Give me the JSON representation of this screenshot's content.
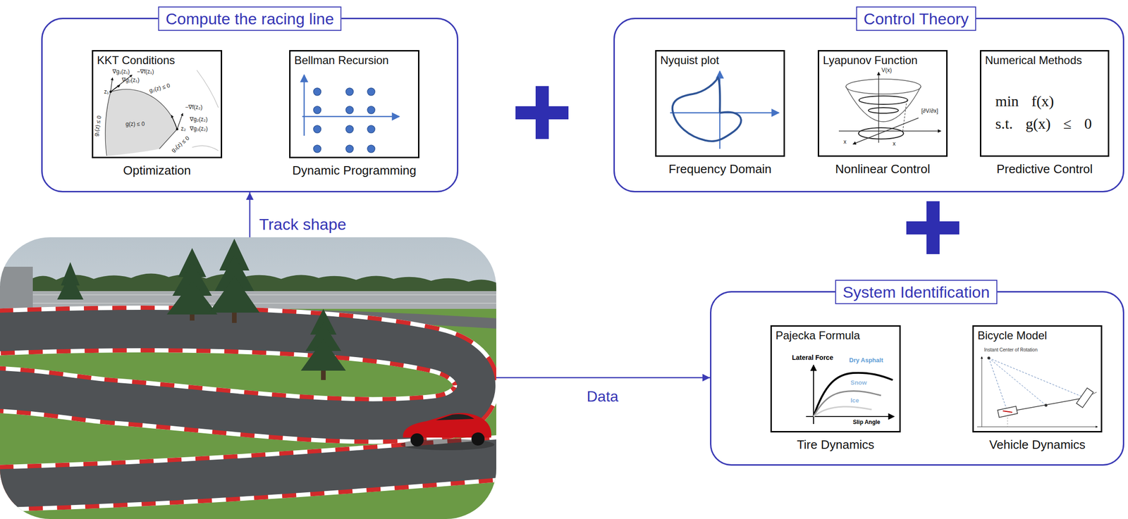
{
  "diagram": {
    "nodes": [
      {
        "text": [
          "Compute the racing line"
        ]
      },
      {
        "text": [
          "KKT Conditions",
          "Optimization"
        ],
        "in": 0
      },
      {
        "text": [
          "Bellman Recursion",
          "Dynamic Programming"
        ],
        "in": 0
      },
      {
        "text": [
          "Control Theory"
        ]
      },
      {
        "text": [
          "Nyquist plot",
          "Frequency Domain"
        ],
        "in": 3
      },
      {
        "text": [
          "Lyapunov Function",
          "Nonlinear Control"
        ],
        "in": 3
      },
      {
        "text": [
          "Numerical Methods",
          "min f(x)",
          "s.t. g(x) ≤ 0",
          "Predictive Control"
        ],
        "in": 3
      },
      {
        "text": []
      },
      {
        "text": [
          "System Identification"
        ]
      },
      {
        "text": [
          "Pajecka Formula",
          "Tire Dynamics"
        ],
        "in": 8
      },
      {
        "text": [
          "Bicycle Model",
          "Vehicle Dynamics"
        ],
        "in": 8
      }
    ],
    "edges": [
      {
        "from": 7,
        "to": 0,
        "arrow": "to",
        "label": "Track shape"
      },
      {
        "from": 7,
        "to": 8,
        "arrow": "to",
        "label": "Data"
      }
    ],
    "labels": [
      "∇g₁(z₁)",
      "−∇f(z₁)",
      "∇g₂(z₁)",
      "z₁",
      "g₁(z) ≤ 0",
      "g₂(z) ≤ 0",
      "g(z) ≤ 0",
      "−∇f(z₂)",
      "∇g₂(z₂)",
      "∇g₃(z₂)",
      "z₂",
      "g₃(z) ≤ 0",
      "V(x)",
      "[∂V/∂x]",
      "x",
      "x",
      "Lateral Force",
      "Dry Asphalt",
      "Snow",
      "Ice",
      "Slip Angle",
      "Instant Center of Rotation"
    ]
  }
}
